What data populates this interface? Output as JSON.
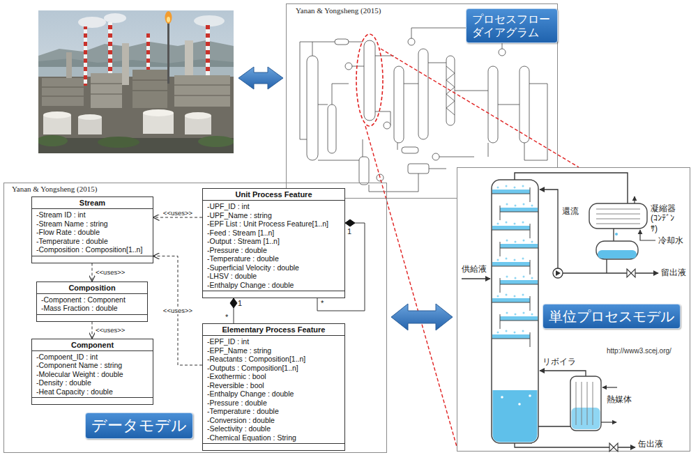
{
  "diagram": {
    "nodes": [
      {
        "text": [
          "Yanan & Yongsheng (2015)"
        ]
      },
      {
        "text": [
          "プロセスフロー ダイアグラム"
        ],
        "in": 0
      },
      {
        "text": [
          "http://www3.scej.org/"
        ]
      },
      {
        "text": [
          "単位プロセスモデル"
        ],
        "in": 2
      },
      {
        "text": [
          "Yanan & Yongsheng (2015)"
        ]
      },
      {
        "text": [
          "Stream",
          "-Stream ID : int",
          "-Stream Name : string",
          "-Flow Rate : double",
          "-Temperature : double",
          "-Composition : Composition[1..n]"
        ],
        "in": 4
      },
      {
        "text": [
          "Composition",
          "-Component : Component",
          "-Mass Fraction : double"
        ],
        "in": 4
      },
      {
        "text": [
          "Component",
          "-Compoent_ID : int",
          "-Component Name : string",
          "-Molecular Weight : double",
          "-Density : double",
          "-Heat Capacity : double"
        ],
        "in": 4
      },
      {
        "text": [
          "Unit Process Feature",
          "-UPF_ID : int",
          "-UPF_Name : string",
          "-EPF List : Unit Process Feature[1..n]",
          "-Feed : Stream [1..n]",
          "-Output : Stream [1..n]",
          "-Pressure : double",
          "-Temperature : double",
          "-Superficial Velocity : double",
          "-LHSV : double",
          "-Enthalpy Change : double"
        ],
        "in": 4
      },
      {
        "text": [
          "Elementary Process Feature",
          "-EPF_ID : int",
          "-EPF_Name : string",
          "-Reactants : Composition[1..n]",
          "-Outputs : Composition[1..n]",
          "-Exothermic : bool",
          "-Reversible : bool",
          "-Enthalpy Change : double",
          "-Pressure : double",
          "-Temperature : double",
          "-Conversion : double",
          "-Selectivity : double",
          "-Chemical Equation : String"
        ],
        "in": 4
      },
      {
        "text": [
          "データモデル"
        ],
        "in": 4
      }
    ],
    "edges": [
      {
        "from": 4,
        "to": 2,
        "arrow": "both"
      },
      {
        "from": 5,
        "to": 6,
        "label": "<<uses>>",
        "arrow": "to"
      },
      {
        "from": 6,
        "to": 7,
        "label": "<<uses>>",
        "arrow": "to"
      },
      {
        "from": 8,
        "to": 5,
        "label": "<<uses>>",
        "arrow": "to"
      },
      {
        "from": 9,
        "to": 5,
        "label": "<<uses>>",
        "arrow": "to"
      },
      {
        "from": 8,
        "to": 9,
        "arrow": "none"
      },
      {
        "from": 8,
        "to": 8,
        "arrow": "none"
      }
    ],
    "labels": [
      "1",
      "*",
      "1",
      "*",
      "還流",
      "凝縮器 (ｺﾝﾃﾞﾝｻ)",
      "冷却水",
      "供給液",
      "留出液",
      "リボイラ",
      "熱媒体",
      "缶出液"
    ]
  }
}
